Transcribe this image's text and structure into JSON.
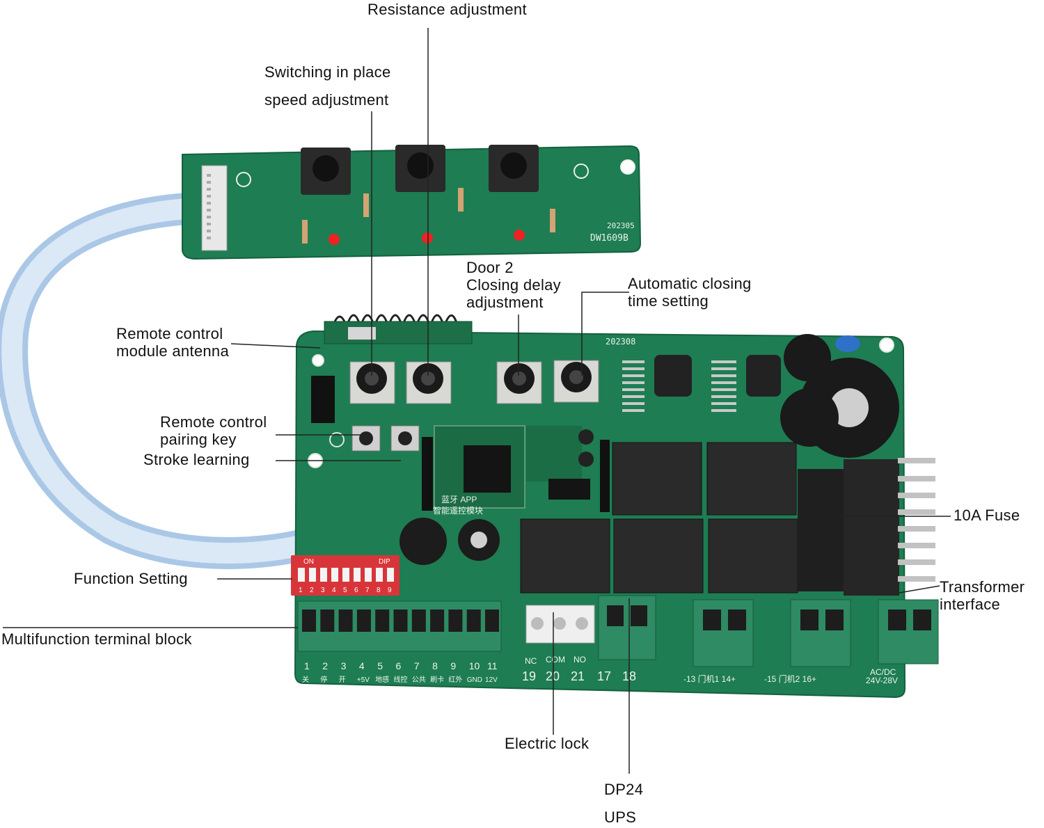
{
  "labels": {
    "resistance": "Resistance adjustment",
    "switching_1": "Switching in place",
    "switching_2": "speed adjustment",
    "door2_1": "Door 2",
    "door2_2": "Closing delay",
    "door2_3": "adjustment",
    "auto_1": "Automatic closing",
    "auto_2": "time setting",
    "antenna_1": "Remote control",
    "antenna_2": "module antenna",
    "pairing_1": "Remote control",
    "pairing_2": "pairing key",
    "stroke": "Stroke learning",
    "fuse": "10A Fuse",
    "function": "Function Setting",
    "transformer_1": "Transformer",
    "transformer_2": "interface",
    "terminal": "Multifunction terminal block",
    "lock": "Electric lock",
    "dp24": "DP24",
    "ups": "UPS"
  },
  "pcb_silk": {
    "top_board_code": "202305",
    "top_board_model": "DW1609B",
    "main_board_code": "202308",
    "dip_on": "ON",
    "dip_label": "DIP",
    "dip_numbers": [
      "1",
      "2",
      "3",
      "4",
      "5",
      "6",
      "7",
      "8",
      "9"
    ],
    "terminal_numbers": [
      "1",
      "2",
      "3",
      "4",
      "5",
      "6",
      "7",
      "8",
      "9",
      "10",
      "11"
    ],
    "terminal_bottom": [
      "关",
      "停",
      "开",
      "+5V",
      "地感",
      "线控",
      "公共",
      "刷卡",
      "红外",
      "GND",
      "12V"
    ],
    "lock_pins": [
      "NC",
      "COM",
      "NO"
    ],
    "lock_numbers": [
      "19",
      "20",
      "21"
    ],
    "ups_numbers": [
      "17",
      "18"
    ],
    "motor1": "-13 门机1 14+",
    "motor2": "-15 门机2 16+",
    "power_1": "AC/DC",
    "power_2": "24V-28V",
    "module_1": "蓝牙  APP",
    "module_2": "智能遥控模块"
  },
  "colors": {
    "pcb": "#1e7d52",
    "pcb_dark": "#14603e",
    "silk": "#e9f2ea",
    "relay": "#2a2a2a",
    "terminal_green": "#2e8b63",
    "dip_red": "#d8353a",
    "ribbon": "#b9d3ec"
  }
}
